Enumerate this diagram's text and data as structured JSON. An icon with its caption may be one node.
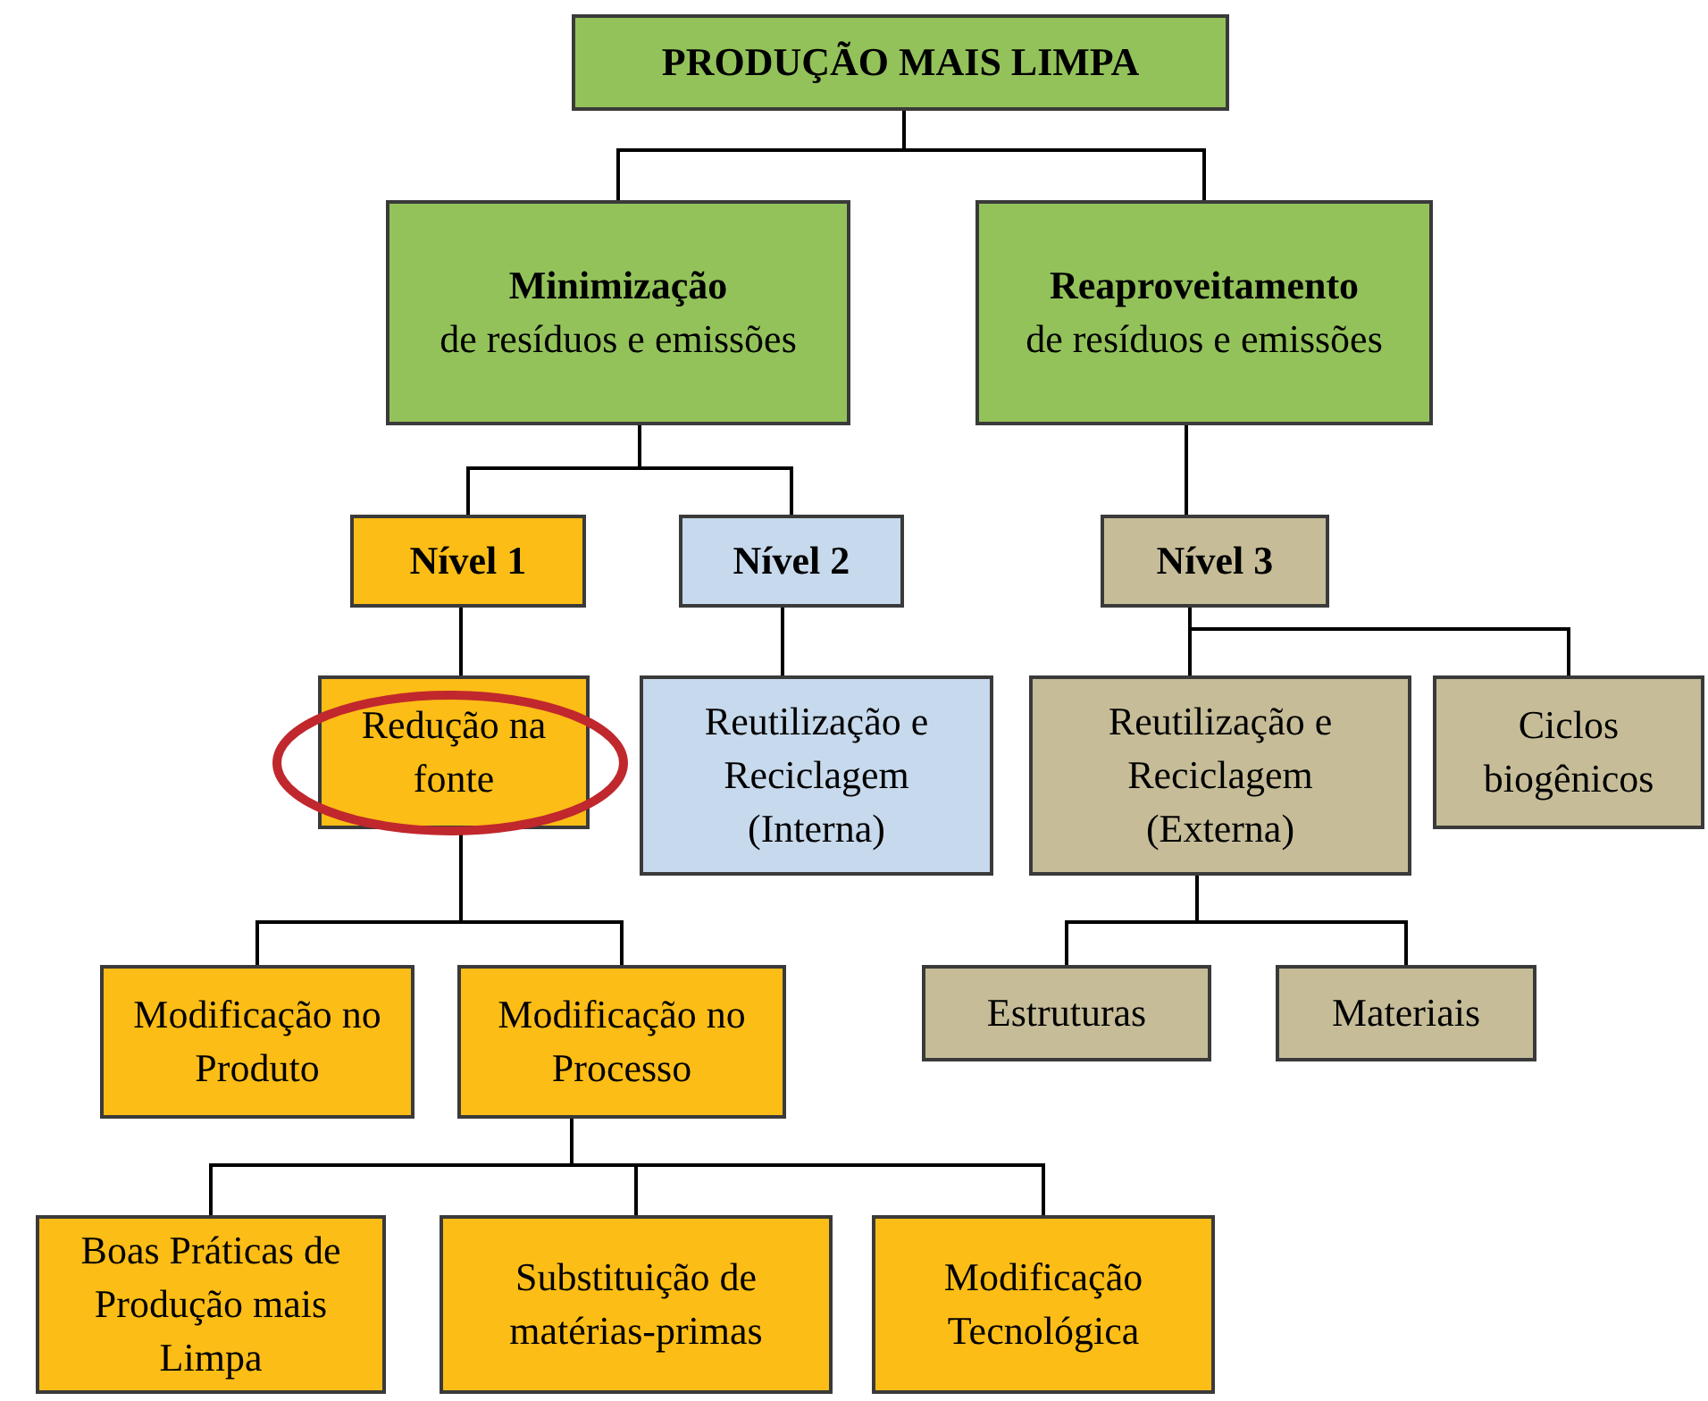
{
  "diagram": {
    "nodes": [
      {
        "text": [
          "PRODUÇÃO MAIS LIMPA"
        ]
      },
      {
        "text": [
          "Minimização",
          "de resíduos e emissões"
        ]
      },
      {
        "text": [
          "Reaproveitamento",
          "de resíduos e emissões"
        ]
      },
      {
        "text": [
          "Nível 1"
        ]
      },
      {
        "text": [
          "Nível 2"
        ]
      },
      {
        "text": [
          "Nível 3"
        ]
      },
      {
        "text": [
          "Redução na fonte"
        ]
      },
      {
        "text": [
          "Reutilização e Reciclagem (Interna)"
        ]
      },
      {
        "text": [
          "Reutilização e Reciclagem (Externa)"
        ]
      },
      {
        "text": [
          "Ciclos biogênicos"
        ]
      },
      {
        "text": [
          "Modificação no Produto"
        ]
      },
      {
        "text": [
          "Modificação no Processo"
        ]
      },
      {
        "text": [
          "Estruturas"
        ]
      },
      {
        "text": [
          "Materiais"
        ]
      },
      {
        "text": [
          "Boas Práticas de Produção mais Limpa"
        ]
      },
      {
        "text": [
          "Substituição de matérias-primas"
        ]
      },
      {
        "text": [
          "Modificação Tecnológica"
        ]
      }
    ],
    "edges": [
      {
        "from": 0,
        "to": 1,
        "arrow": "none"
      },
      {
        "from": 0,
        "to": 2,
        "arrow": "none"
      },
      {
        "from": 1,
        "to": 3,
        "arrow": "none"
      },
      {
        "from": 1,
        "to": 4,
        "arrow": "none"
      },
      {
        "from": 2,
        "to": 5,
        "arrow": "none"
      },
      {
        "from": 3,
        "to": 6,
        "arrow": "none"
      },
      {
        "from": 4,
        "to": 7,
        "arrow": "none"
      },
      {
        "from": 5,
        "to": 8,
        "arrow": "none"
      },
      {
        "from": 5,
        "to": 9,
        "arrow": "none"
      },
      {
        "from": 6,
        "to": 10,
        "arrow": "none"
      },
      {
        "from": 6,
        "to": 11,
        "arrow": "none"
      },
      {
        "from": 8,
        "to": 12,
        "arrow": "none"
      },
      {
        "from": 8,
        "to": 13,
        "arrow": "none"
      },
      {
        "from": 11,
        "to": 14,
        "arrow": "none"
      },
      {
        "from": 11,
        "to": 15,
        "arrow": "none"
      },
      {
        "from": 11,
        "to": 16,
        "arrow": "none"
      }
    ]
  }
}
